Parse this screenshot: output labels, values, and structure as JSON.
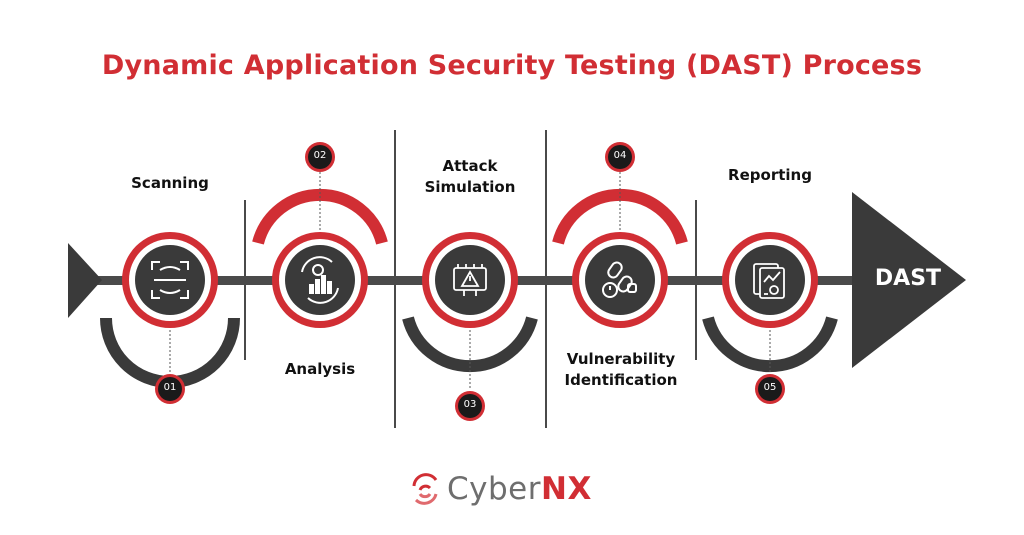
{
  "title": "Dynamic Application Security Testing (DAST) Process",
  "steps": [
    {
      "number": "01",
      "label_lines": [
        "Scanning"
      ],
      "icon": "face-scan-icon"
    },
    {
      "number": "02",
      "label_lines": [
        "Analysis"
      ],
      "icon": "analytics-chart-icon"
    },
    {
      "number": "03",
      "label_lines": [
        "Attack",
        "Simulation"
      ],
      "icon": "alert-chip-icon"
    },
    {
      "number": "04",
      "label_lines": [
        "Vulnerability",
        "Identification"
      ],
      "icon": "broken-link-icon"
    },
    {
      "number": "05",
      "label_lines": [
        "Reporting"
      ],
      "icon": "report-document-icon"
    }
  ],
  "arrow_label": "DAST",
  "logo": {
    "text_part1": "Cyber",
    "text_part2": "NX"
  },
  "colors": {
    "accent": "#d12e34",
    "dark": "#3a3a3a",
    "line": "#4a4a4a"
  }
}
